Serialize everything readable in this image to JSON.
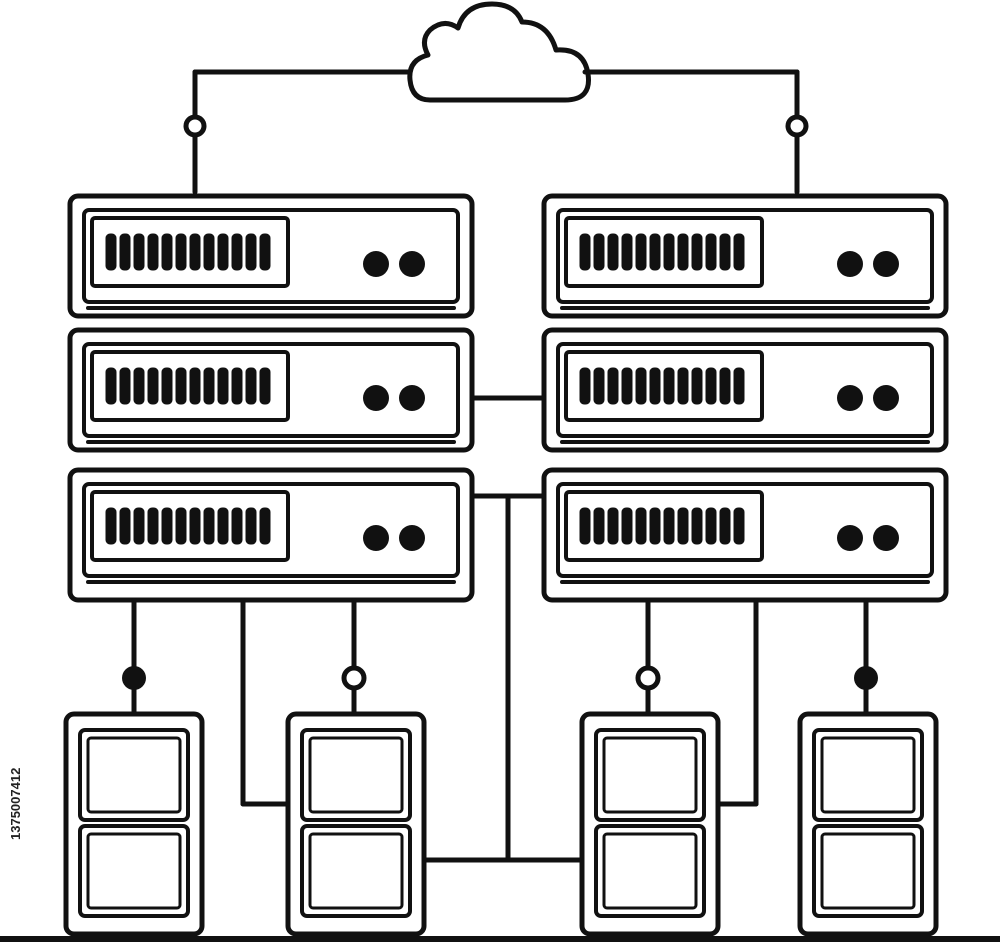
{
  "image": {
    "stock_id_text": "1375007412"
  },
  "style": {
    "stroke_color": "#111111",
    "background_color": "#ffffff"
  },
  "scene": {
    "cloud": {
      "icon": "cloud-icon"
    },
    "server_racks": [
      {
        "name": "left-rack",
        "units": 3
      },
      {
        "name": "right-rack",
        "units": 3
      }
    ],
    "towers": [
      {
        "name": "tower-1",
        "icon": "server-tower-icon"
      },
      {
        "name": "tower-2",
        "icon": "server-tower-icon"
      },
      {
        "name": "tower-3",
        "icon": "server-tower-icon"
      },
      {
        "name": "tower-4",
        "icon": "server-tower-icon"
      }
    ]
  }
}
